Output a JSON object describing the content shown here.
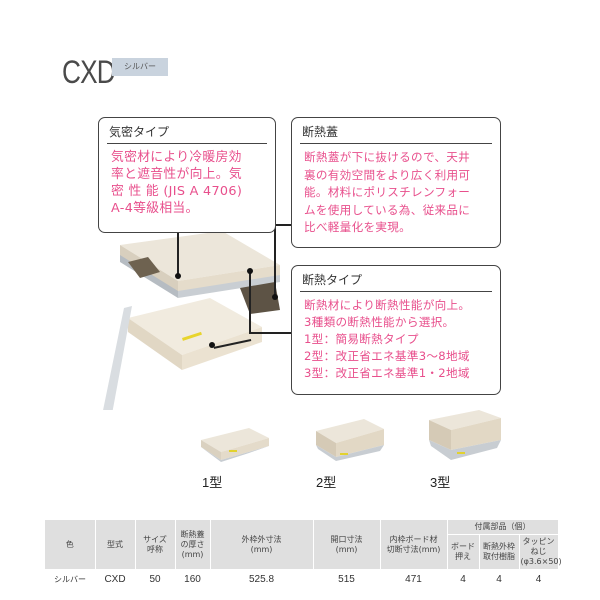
{
  "header": {
    "title": "CXD",
    "badge": "シルバー"
  },
  "callouts": {
    "airtight": {
      "heading": "気密タイプ",
      "lines": [
        "気密材により冷暖房効",
        "率と遮音性が向上。気",
        "密 性 能 (JIS A 4706)",
        "A-4等級相当。"
      ]
    },
    "lid": {
      "heading": "断熱蓋",
      "lines": [
        "断熱蓋が下に抜けるので、天井",
        "裏の有効空間をより広く利用可",
        "能。材料にポリスチレンフォー",
        "ムを使用している為、従来品に",
        "比べ軽量化を実現。"
      ]
    },
    "insulation": {
      "heading": "断熱タイプ",
      "lines": [
        "断熱材により断熱性能が向上。",
        "3種類の断熱性能から選択。",
        "1型：簡易断熱タイプ",
        "2型：改正省エネ基準3～8地域",
        "3型：改正省エネ基準1・2地域"
      ]
    }
  },
  "types": [
    {
      "label": "1型"
    },
    {
      "label": "2型"
    },
    {
      "label": "3型"
    }
  ],
  "colors": {
    "accent_pink": "#e84f8c",
    "badge_bg": "#c9d3de",
    "table_header_bg": "#dfdfdf"
  },
  "spec_table": {
    "headers": {
      "color": "色",
      "model": "型式",
      "size": [
        "サイズ",
        "呼称"
      ],
      "lid_thickness": [
        "断熱蓋",
        "の厚さ",
        "(mm)"
      ],
      "outer_frame": [
        "外枠外寸法",
        "(mm)"
      ],
      "opening": [
        "開口寸法",
        "(mm)"
      ],
      "inner_board": [
        "内枠ボード材",
        "切断寸法(mm)"
      ],
      "accessories": "付属部品（個）",
      "board_holder": [
        "ボード",
        "押え"
      ],
      "insulation_frame": [
        "断熱外枠",
        "取付樹脂"
      ],
      "tapping_screw": [
        "タッピンねじ",
        "(φ3.6×50)"
      ]
    },
    "row": {
      "color": "シルバー",
      "model": "CXD",
      "size": "50",
      "lid_thickness": "160",
      "outer_frame": "525.8",
      "opening": "515",
      "inner_board": "471",
      "board_holder": "4",
      "insulation_frame": "4",
      "tapping_screw": "4"
    }
  }
}
